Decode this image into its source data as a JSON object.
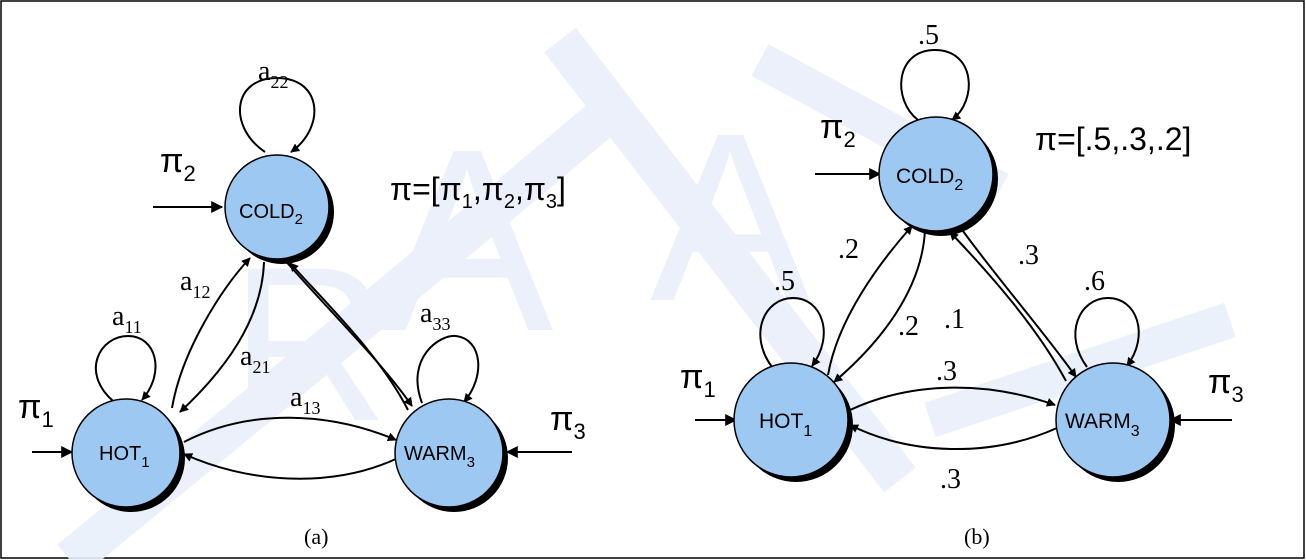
{
  "colors": {
    "node_fill": "#9cc8f2",
    "watermark": "#e9effb",
    "edge": "#000000"
  },
  "watermark_glyphs": [
    "A",
    "R",
    "A"
  ],
  "panel_a": {
    "caption": "(a)",
    "pi_vector": {
      "lhs": "π=[π",
      "s1": "1",
      "c1": ",π",
      "s2": "2",
      "c2": ",π",
      "s3": "3",
      "rhs": "]"
    },
    "nodes": {
      "cold": {
        "label": "COLD",
        "sub": "2"
      },
      "hot": {
        "label": "HOT",
        "sub": "1"
      },
      "warm": {
        "label": "WARM",
        "sub": "3"
      }
    },
    "starts": {
      "cold": {
        "text": "π",
        "sub": "2"
      },
      "hot": {
        "text": "π",
        "sub": "1"
      },
      "warm": {
        "text": "π",
        "sub": "3"
      }
    },
    "edge_labels": {
      "a22": {
        "text": "a",
        "sub": "22"
      },
      "a11": {
        "text": "a",
        "sub": "11"
      },
      "a33": {
        "text": "a",
        "sub": "33"
      },
      "a12": {
        "text": "a",
        "sub": "12"
      },
      "a21": {
        "text": "a",
        "sub": "21"
      },
      "a13": {
        "text": "a",
        "sub": "13"
      }
    }
  },
  "panel_b": {
    "caption": "(b)",
    "pi_vector": "π=[.5,.3,.2]",
    "nodes": {
      "cold": {
        "label": "COLD",
        "sub": "2"
      },
      "hot": {
        "label": "HOT",
        "sub": "1"
      },
      "warm": {
        "label": "WARM",
        "sub": "3"
      }
    },
    "starts": {
      "cold": {
        "text": "π",
        "sub": "2"
      },
      "hot": {
        "text": "π",
        "sub": "1"
      },
      "warm": {
        "text": "π",
        "sub": "3"
      }
    },
    "edge_labels": {
      "cold_self": ".5",
      "hot_self": ".5",
      "warm_self": ".6",
      "hot_to_cold": ".2",
      "cold_to_hot": ".2",
      "warm_to_cold": ".1",
      "cold_to_warm": ".3",
      "hot_to_warm": ".3",
      "warm_to_hot": ".3"
    }
  }
}
